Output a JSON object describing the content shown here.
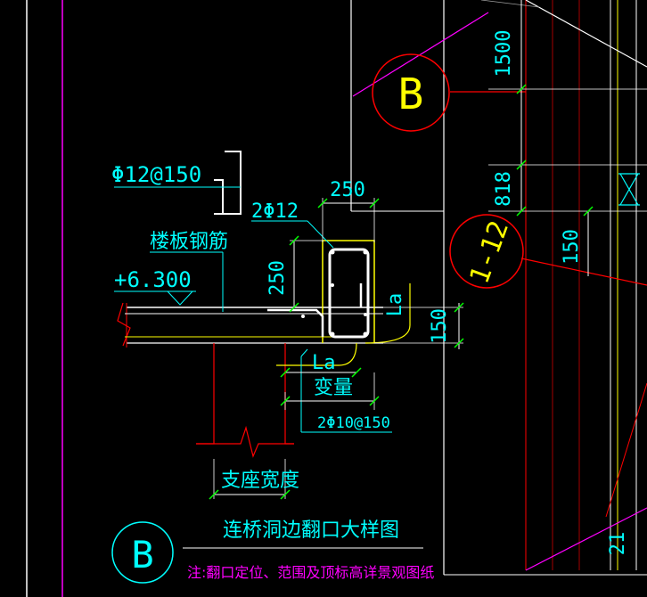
{
  "colors": {
    "background": "#000000",
    "white": "#ffffff",
    "cyan": "#00ffff",
    "red": "#ff0000",
    "yellow": "#ffff00",
    "magenta": "#ff00ff",
    "green": "#00ff00",
    "gray": "#9a9a9a"
  },
  "labels": {
    "bar_top": "Φ12@150",
    "bar_corner": "2Φ12",
    "slab_rebar": "楼板钢筋",
    "elevation": "+6.300",
    "la_vertical": "La",
    "la_bottom": "La",
    "variable": "变量",
    "stirrup": "2Φ10@150",
    "support_width": "支座宽度",
    "title": "连桥洞边翻口大样图",
    "note": "注:翻口定位、范围及顶标高详景观图纸",
    "grid_bubble_b": "B",
    "section_bubble": "1-12",
    "title_bubble": "B"
  },
  "dimensions": {
    "dim_250_top": "250",
    "dim_250_left": "250",
    "dim_150_right": "150",
    "dim_1500": "1500",
    "dim_818": "818",
    "dim_150_far": "150",
    "dim_21": "21"
  }
}
